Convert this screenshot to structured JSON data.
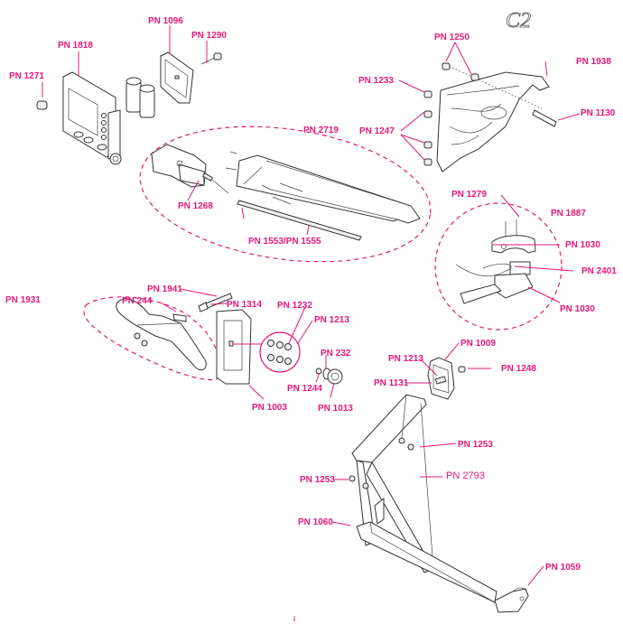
{
  "brand": {
    "logo_text": "C2"
  },
  "accent_color": "#e5197a",
  "labels": {
    "pn1818": "PN 1818",
    "pn1096": "PN 1096",
    "pn1290": "PN 1290",
    "pn1271": "PN 1271",
    "pn1250": "PN 1250",
    "pn1938": "PN 1938",
    "pn1233": "PN 1233",
    "pn1130": "PN 1130",
    "pn1247": "PN 1247",
    "pn2719": "PN 2719",
    "pn1268": "PN 1268",
    "pn1553": "PN 1553/PN 1555",
    "pn1279": "PN 1279",
    "pn1887": "PN 1887",
    "pn1030a": "PN 1030",
    "pn2401": "PN 2401",
    "pn1030b": "PN 1030",
    "pn1941": "PN 1941",
    "pn1931": "PN 1931",
    "pn244": "PN 244",
    "pn1314": "PN 1314",
    "pn1232": "PN 1232",
    "pn1213a": "PN 1213",
    "pn232": "PN 232",
    "pn1244": "PN 1244",
    "pn1013": "PN 1013",
    "pn1003": "PN 1003",
    "pn1009": "PN 1009",
    "pn1213b": "PN 1213",
    "pn1248": "PN 1248",
    "pn1131": "PN 1131",
    "pn1253a": "PN 1253",
    "pn2793": "PN 2793",
    "pn1253b": "PN 1253",
    "pn1060": "PN 1060",
    "pn1059": "PN 1059"
  },
  "footer_mark": "i"
}
